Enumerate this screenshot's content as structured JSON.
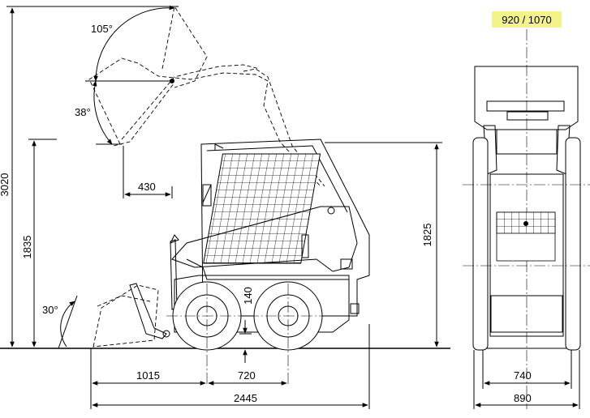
{
  "dimensions": {
    "lift_angle": "105°",
    "dump_angle": "38°",
    "rollback_angle": "30°",
    "overall_height": "3020",
    "hinge_pin_height": "1835",
    "reach": "430",
    "cab_height": "1825",
    "ground_clearance": "140",
    "front_overhang": "1015",
    "wheelbase": "720",
    "overall_length": "2445",
    "bucket_width": "920 / 1070",
    "track_width": "740",
    "overall_width": "890"
  }
}
